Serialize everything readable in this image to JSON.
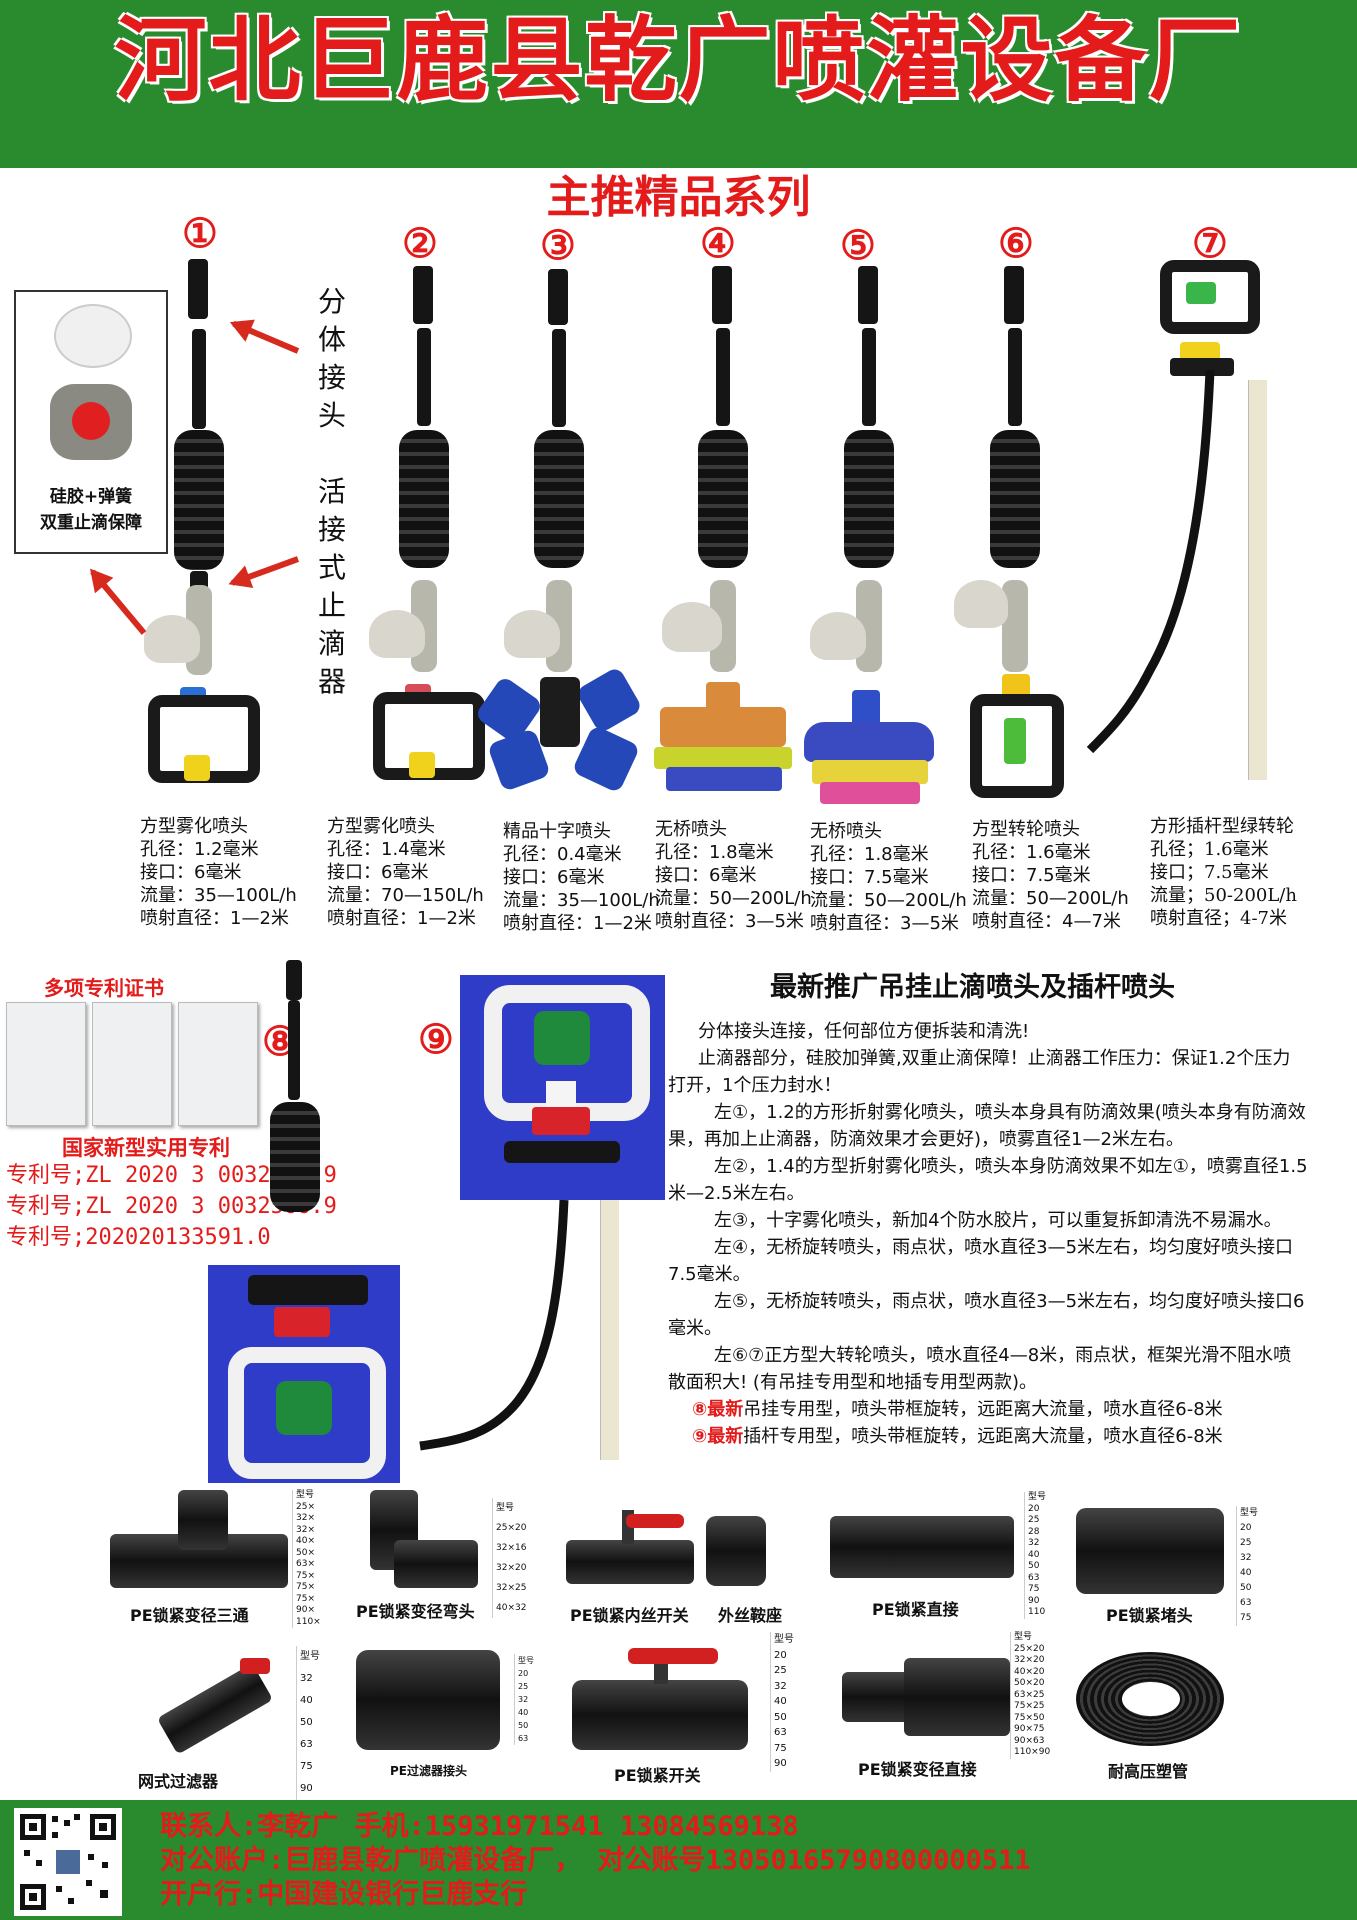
{
  "header": {
    "title": "河北巨鹿县乾广喷灌设备厂"
  },
  "series_title": "主推精品系列",
  "nozzles": [
    {
      "num": "①",
      "name": "方型雾化喷头",
      "specs": [
        "孔径：1.2毫米",
        "接口：6毫米",
        "流量：35—100L/h",
        "喷射直径：1—2米"
      ]
    },
    {
      "num": "②",
      "name": "方型雾化喷头",
      "specs": [
        "孔径：1.4毫米",
        "接口：6毫米",
        "流量：70—150L/h",
        "喷射直径：1—2米"
      ]
    },
    {
      "num": "③",
      "name": "精品十字喷头",
      "specs": [
        "孔径：0.4毫米",
        "接口：6毫米",
        "流量：35—100L/h",
        "喷射直径：1—2米"
      ]
    },
    {
      "num": "④",
      "name": "无桥喷头",
      "specs": [
        "孔径：1.8毫米",
        "接口：6毫米",
        "流量：50—200L/h",
        "喷射直径：3—5米"
      ]
    },
    {
      "num": "⑤",
      "name": "无桥喷头",
      "specs": [
        "孔径：1.8毫米",
        "接口：7.5毫米",
        "流量：50—200L/h",
        "喷射直径：3—5米"
      ]
    },
    {
      "num": "⑥",
      "name": "方型转轮喷头",
      "specs": [
        "孔径：1.6毫米",
        "接口：7.5毫米",
        "流量：50—200L/h",
        "喷射直径：4—7米"
      ]
    },
    {
      "num": "⑦",
      "name": "方形插杆型绿转轮",
      "specs": [
        "孔径；1.6毫米",
        "接口；7.5毫米",
        "流量；50-200L/h",
        "喷射直径；4-7米"
      ]
    }
  ],
  "annotations": {
    "split_joint": [
      "分",
      "体",
      "接",
      "头"
    ],
    "stop_valve": [
      "活",
      "接",
      "式",
      "止",
      "滴",
      "器"
    ],
    "silicone_line1": "硅胶+弹簧",
    "silicone_line2": "双重止滴保障"
  },
  "patent": {
    "title": "多项专利证书",
    "subtitle": "国家新型实用专利",
    "numbers": [
      "专利号;ZL 2020 3 0032421.9",
      "专利号;ZL 2020 3 0032566.9",
      "专利号;202020133591.0"
    ]
  },
  "labels_8_9": {
    "eight": "⑧",
    "nine": "⑨"
  },
  "promo": {
    "title": "最新推广吊挂止滴喷头及插杆喷头",
    "paragraphs": [
      "分体接头连接，任何部位方便拆装和清洗!",
      "止滴器部分，硅胶加弹簧,双重止滴保障！止滴器工作压力：保证1.2个压力打开，1个压力封水！",
      "左①，1.2的方形折射雾化喷头，喷头本身具有防滴效果(喷头本身有防滴效果，再加上止滴器，防滴效果才会更好)，喷雾直径1—2米左右。",
      "左②，1.4的方型折射雾化喷头，喷头本身防滴效果不如左①，喷雾直径1.5米—2.5米左右。",
      "左③，十字雾化喷头，新加4个防水胶片，可以重复拆卸清洗不易漏水。",
      "左④，无桥旋转喷头，雨点状，喷水直径3—5米左右，均匀度好喷头接口 7.5毫米。",
      "左⑤，无桥旋转喷头，雨点状，喷水直径3—5米左右，均匀度好喷头接口6毫米。",
      "左⑥⑦正方型大转轮喷头，喷水直径4—8米，雨点状，框架光滑不阻水喷散面积大! (有吊挂专用型和地插专用型两款)。"
    ],
    "new_lines": [
      {
        "num": "⑧",
        "tag": "最新",
        "text": "吊挂专用型，喷头带框旋转，远距离大流量，喷水直径6-8米"
      },
      {
        "num": "⑨",
        "tag": "最新",
        "text": "插杆专用型，喷头带框旋转，远距离大流量，喷水直径6-8米"
      }
    ]
  },
  "fittings_row1": [
    {
      "label": "PE锁紧变径三通",
      "table_head": "型号",
      "sizes": [
        "25×",
        "32×",
        "32×",
        "40×",
        "50×",
        "63×",
        "75×",
        "75×",
        "75×",
        "90×",
        "110×"
      ]
    },
    {
      "label": "PE锁紧变径弯头",
      "table_head": "型号",
      "sizes": [
        "25×20",
        "32×16",
        "32×20",
        "32×25",
        "40×32"
      ]
    },
    {
      "label": "PE锁紧内丝开关",
      "table_head": "",
      "sizes": []
    },
    {
      "label": "外丝鞍座",
      "table_head": "",
      "sizes": []
    },
    {
      "label": "PE锁紧直接",
      "table_head": "型号",
      "sizes": [
        "20",
        "25",
        "28",
        "32",
        "40",
        "50",
        "63",
        "75",
        "90",
        "110"
      ]
    },
    {
      "label": "PE锁紧堵头",
      "table_head": "型号",
      "sizes": [
        "20",
        "25",
        "32",
        "40",
        "50",
        "63",
        "75"
      ]
    }
  ],
  "fittings_row2": [
    {
      "label": "网式过滤器",
      "table_head": "型号",
      "sizes": [
        "32",
        "40",
        "50",
        "63",
        "75",
        "90"
      ]
    },
    {
      "label": "PE过滤器接头",
      "table_head": "型号",
      "sizes": [
        "20",
        "25",
        "32",
        "40",
        "50",
        "63"
      ]
    },
    {
      "label": "PE锁紧开关",
      "table_head": "型号",
      "sizes": [
        "20",
        "25",
        "32",
        "40",
        "50",
        "63",
        "75",
        "90"
      ]
    },
    {
      "label": "PE锁紧变径直接",
      "table_head": "型号",
      "sizes": [
        "25×20",
        "32×20",
        "40×20",
        "50×20",
        "63×25",
        "75×25",
        "75×50",
        "90×75",
        "90×63",
        "110×90"
      ]
    },
    {
      "label": "耐高压塑管",
      "table_head": "",
      "sizes": []
    }
  ],
  "footer": {
    "contact": "联系人:李乾广   手机:15931971541  13084569138",
    "account_name": "对公账户:巨鹿县乾广喷灌设备厂，   对公账号13050165790800000511",
    "bank": "开户行:中国建设银行巨鹿支行"
  },
  "colors": {
    "header_green": "#2a8a2e",
    "title_red": "#e31b1b",
    "image_blue": "#2f3cc8"
  }
}
